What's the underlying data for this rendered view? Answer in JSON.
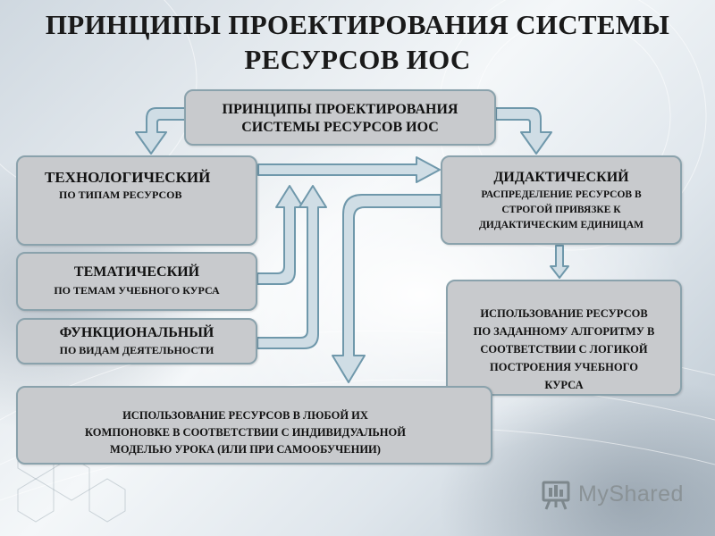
{
  "title": {
    "line1": "ПРИНЦИПЫ ПРОЕКТИРОВАНИЯ СИСТЕМЫ",
    "line2": "РЕСУРСОВ ИОС"
  },
  "nodes": {
    "root": {
      "line1": "ПРИНЦИПЫ ПРОЕКТИРОВАНИЯ",
      "line2": "СИСТЕМЫ РЕСУРСОВ ИОС"
    },
    "technological": {
      "title": "ТЕХНОЛОГИЧЕСКИЙ",
      "subtitle": "ПО ТИПАМ РЕСУРСОВ"
    },
    "thematic": {
      "title": "ТЕМАТИЧЕСКИЙ",
      "subtitle": "ПО ТЕМАМ УЧЕБНОГО КУРСА"
    },
    "functional": {
      "title": "ФУНКЦИОНАЛЬНЫЙ",
      "subtitle": "ПО ВИДАМ ДЕЯТЕЛЬНОСТИ"
    },
    "didactic": {
      "title": "ДИДАКТИЧЕСКИЙ",
      "line1": "РАСПРЕДЕЛЕНИЕ РЕСУРСОВ В",
      "line2": "СТРОГОЙ ПРИВЯЗКЕ К",
      "line3": "ДИДАКТИЧЕСКИМ ЕДИНИЦАМ"
    },
    "algorithm_use": {
      "line1": "ИСПОЛЬЗОВАНИЕ РЕСУРСОВ",
      "line2": "ПО ЗАДАННОМУ АЛГОРИТМУ В",
      "line3": "СООТВЕТСТВИИ С ЛОГИКОЙ",
      "line4": "ПОСТРОЕНИЯ УЧЕБНОГО",
      "line5": "КУРСА"
    },
    "any_use": {
      "line1": "ИСПОЛЬЗОВАНИЕ РЕСУРСОВ В ЛЮБОЙ ИХ",
      "line2": "КОМПОНОВКЕ В СООТВЕТСТВИИ С ИНДИВИДУАЛЬНОЙ",
      "line3": "МОДЕЛЬЮ УРОКА (ИЛИ ПРИ САМООБУЧЕНИИ)"
    }
  },
  "logo": {
    "text": "MyShared",
    "icon": "presentation-board-icon"
  },
  "colors": {
    "box_fill": "#c8cacd",
    "box_border": "#8aa2ac",
    "arrow_fill": "#cfdde5",
    "arrow_border": "#6f98ab"
  }
}
